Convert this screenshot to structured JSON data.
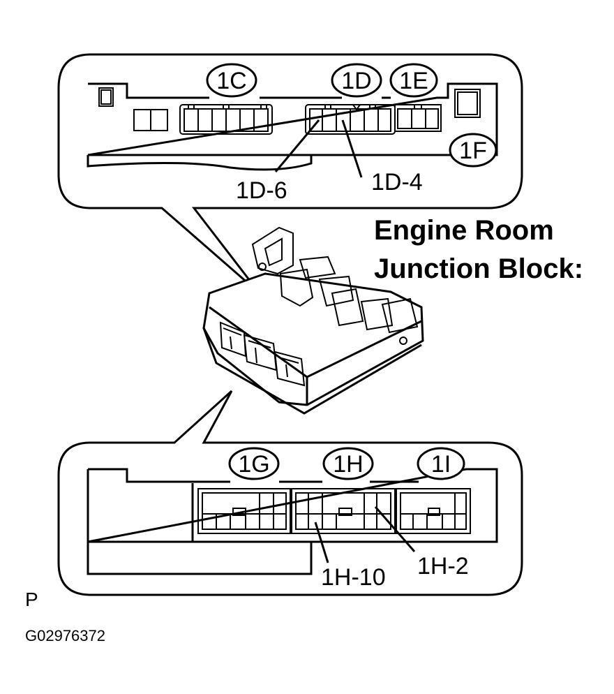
{
  "title": {
    "line1": "Engine Room",
    "line2": "Junction Block:"
  },
  "top_panel": {
    "connectors": [
      "1C",
      "1D",
      "1E",
      "1F"
    ],
    "terminals": [
      "1D-6",
      "1D-4"
    ]
  },
  "bottom_panel": {
    "connectors": [
      "1G",
      "1H",
      "1I"
    ],
    "terminals": [
      "1H-10",
      "1H-2"
    ]
  },
  "footer": {
    "letter": "P",
    "code": "G02976372"
  }
}
